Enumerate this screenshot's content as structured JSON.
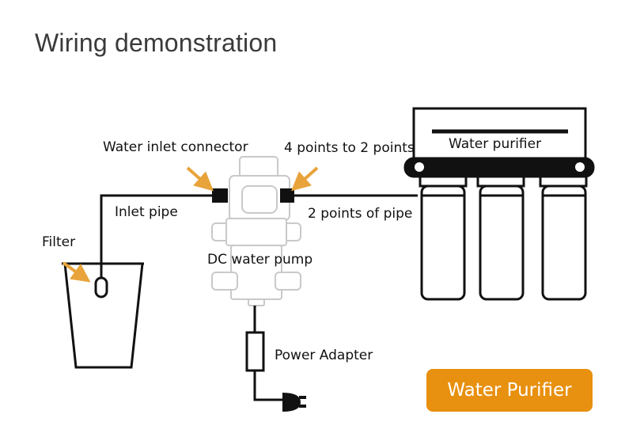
{
  "title": "Wiring demonstration",
  "labels": {
    "water_inlet_connector": "Water inlet connector",
    "four_to_two_points": "4 points to 2 points",
    "water_purifier": "Water purifier",
    "inlet_pipe": "Inlet pipe",
    "two_points_of_pipe": "2 points of pipe",
    "filter": "Filter",
    "dc_water_pump": "DC water pump",
    "power_adapter": "Power Adapter"
  },
  "badge": {
    "label": "Water Purifier"
  },
  "colors": {
    "accent": "#E8900F",
    "arrow": "#E8A33A",
    "line": "#111111",
    "pump": "#c9c9c9"
  },
  "icons": {
    "plug": "plug-icon",
    "filter": "filter-float-icon",
    "bucket": "bucket-icon",
    "pump": "pump-icon",
    "purifier": "purifier-icon"
  }
}
